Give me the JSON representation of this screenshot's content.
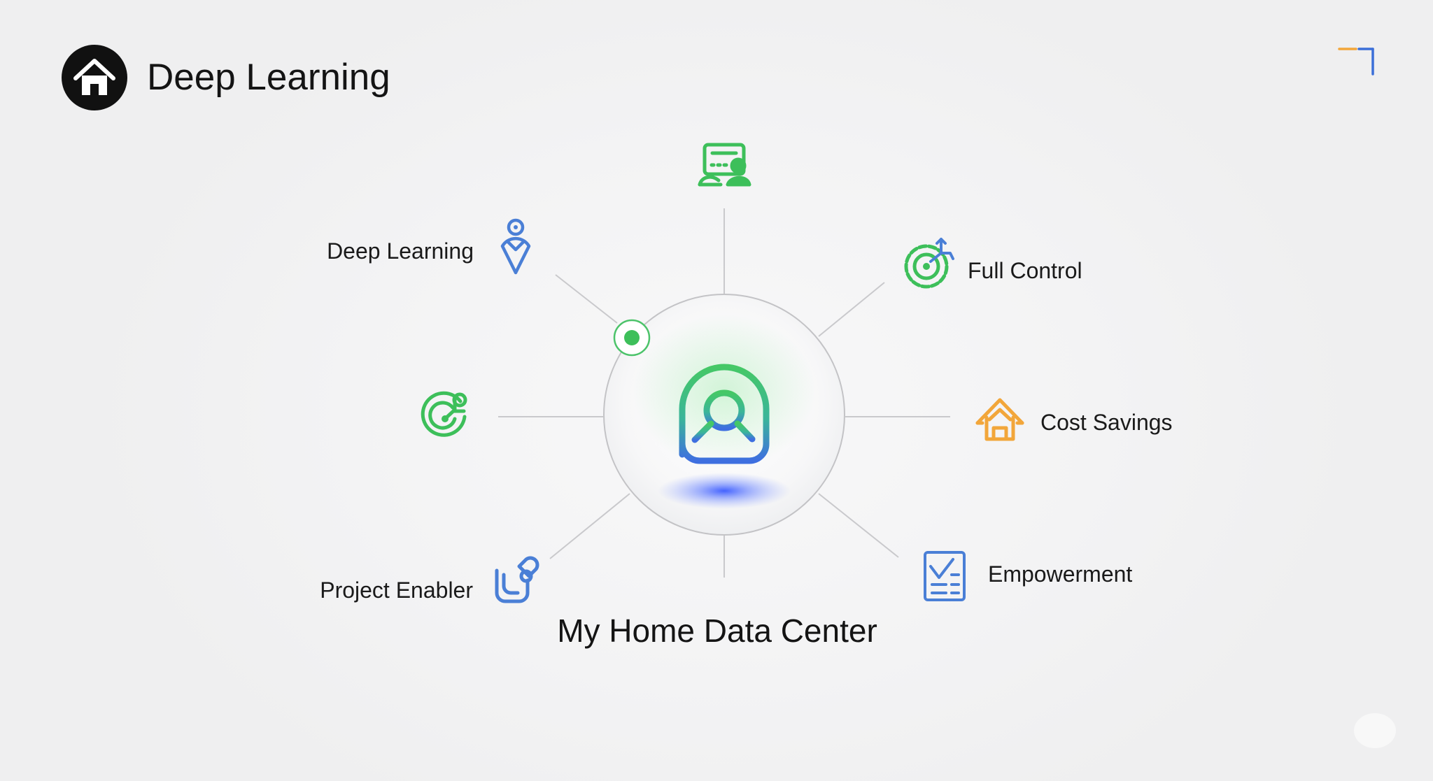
{
  "header": {
    "title": "Deep Learning",
    "logo_icon": "home-icon"
  },
  "center": {
    "title": "My Home Data Center",
    "icon": "search-user-icon"
  },
  "nodes": [
    {
      "label": "",
      "icon": "user-monitor-icon",
      "color": "#3dbf5a"
    },
    {
      "label": "Full Control",
      "icon": "dial-control-icon",
      "color": "#3dbf5a"
    },
    {
      "label": "Cost Savings",
      "icon": "house-icon",
      "color": "#f2a63a"
    },
    {
      "label": "Empowerment",
      "icon": "checklist-document-icon",
      "color": "#4a7fd6"
    },
    {
      "label": "Project Enabler",
      "icon": "enabler-icon",
      "color": "#4a7fd6"
    },
    {
      "label": "",
      "icon": "growth-dial-icon",
      "color": "#3dbf5a"
    },
    {
      "label": "Deep Learning",
      "icon": "location-pin-icon",
      "color": "#4a7fd6"
    }
  ],
  "colors": {
    "green": "#3dbf5a",
    "blue": "#4a7fd6",
    "orange": "#f2a63a",
    "ink": "#141414"
  }
}
